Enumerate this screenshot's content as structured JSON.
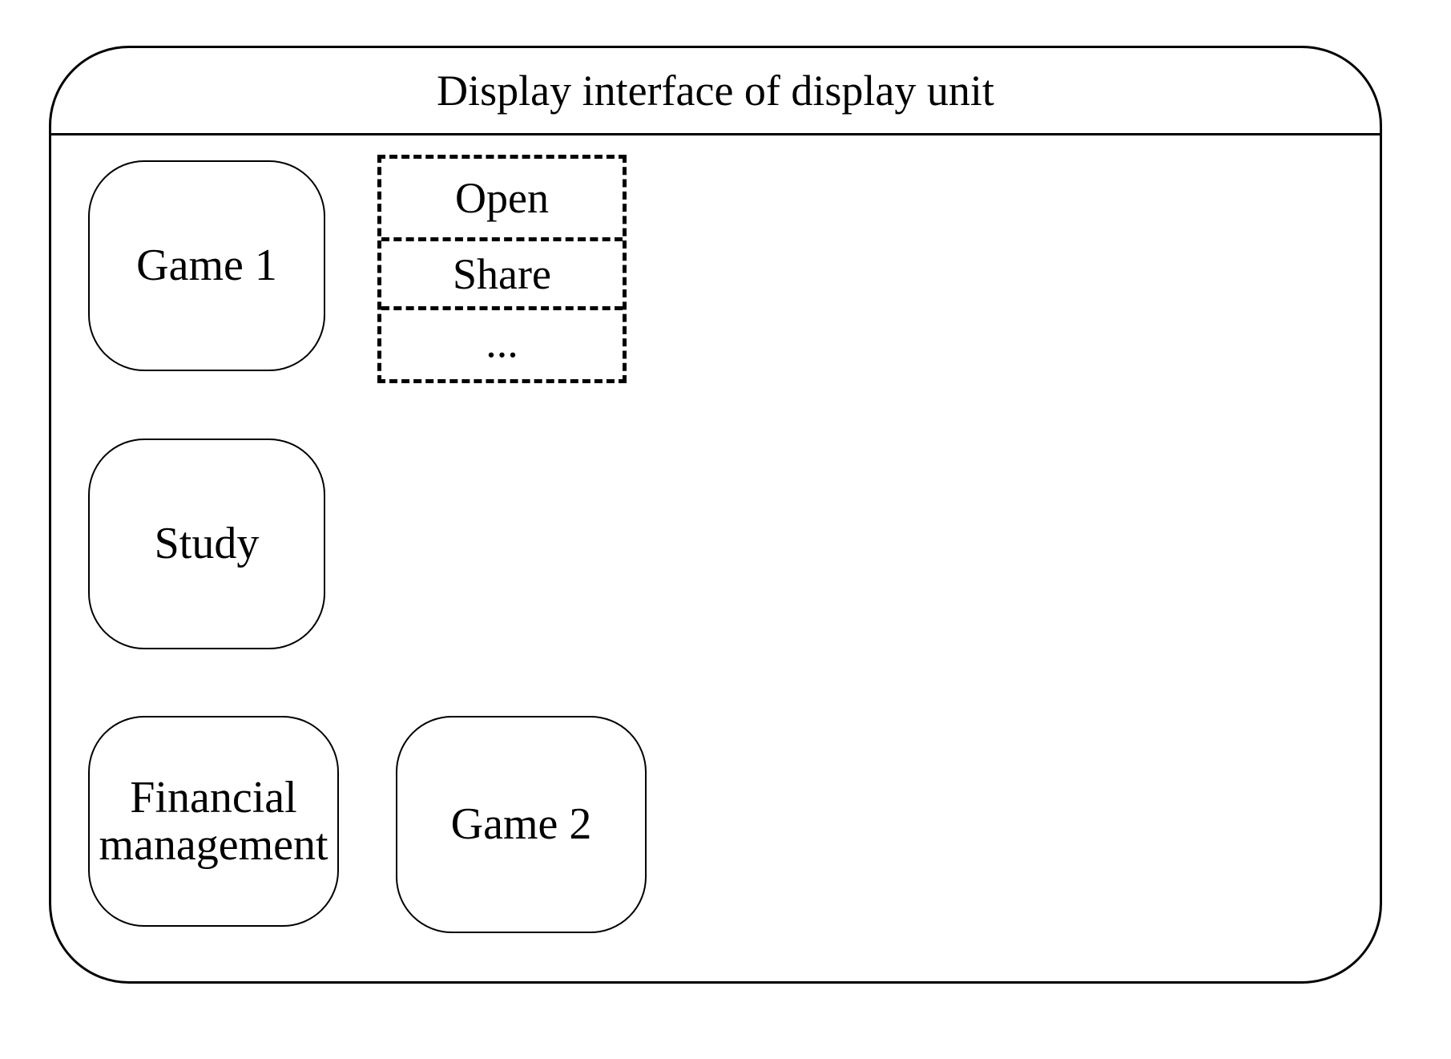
{
  "display": {
    "title": "Display interface of display unit"
  },
  "apps": {
    "game1": "Game 1",
    "study": "Study",
    "financial_line1": "Financial",
    "financial_line2": "management",
    "game2": "Game 2"
  },
  "context_menu": {
    "items": [
      "Open",
      "Share",
      "..."
    ]
  }
}
